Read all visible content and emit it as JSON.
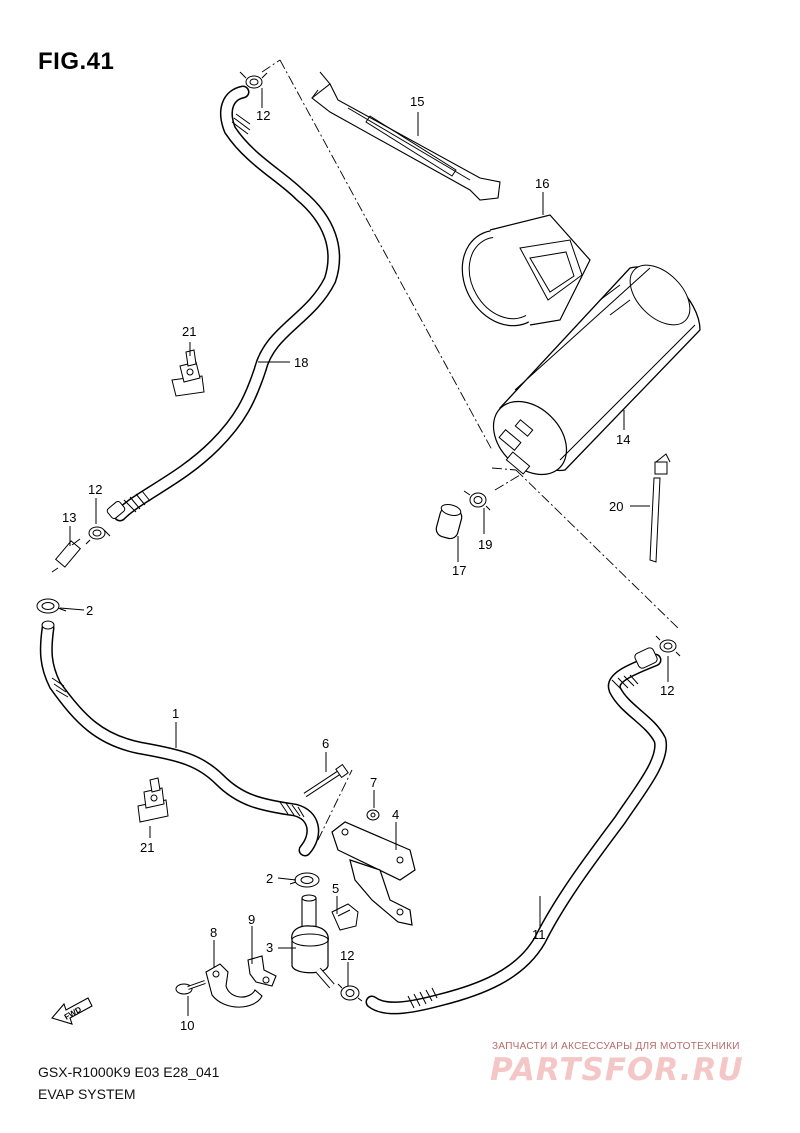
{
  "title": "FIG.41",
  "footer": {
    "model": "GSX-R1000K9 E03 E28_041",
    "system": "EVAP SYSTEM"
  },
  "watermark": {
    "tagline": "ЗАПЧАСТИ И АКСЕССУАРЫ ДЛЯ МОТОТЕХНИКИ",
    "logo": "PARTSFOR.RU"
  },
  "direction": "FWD",
  "callouts": [
    {
      "id": "c12a",
      "text": "12"
    },
    {
      "id": "c15",
      "text": "15"
    },
    {
      "id": "c16",
      "text": "16"
    },
    {
      "id": "c21a",
      "text": "21"
    },
    {
      "id": "c18",
      "text": "18"
    },
    {
      "id": "c14",
      "text": "14"
    },
    {
      "id": "c12b",
      "text": "12"
    },
    {
      "id": "c13",
      "text": "13"
    },
    {
      "id": "c20",
      "text": "20"
    },
    {
      "id": "c19",
      "text": "19"
    },
    {
      "id": "c17",
      "text": "17"
    },
    {
      "id": "c2a",
      "text": "2"
    },
    {
      "id": "c12c",
      "text": "12"
    },
    {
      "id": "c1",
      "text": "1"
    },
    {
      "id": "c6",
      "text": "6"
    },
    {
      "id": "c7",
      "text": "7"
    },
    {
      "id": "c4",
      "text": "4"
    },
    {
      "id": "c21b",
      "text": "21"
    },
    {
      "id": "c2b",
      "text": "2"
    },
    {
      "id": "c5",
      "text": "5"
    },
    {
      "id": "c9",
      "text": "9"
    },
    {
      "id": "c8",
      "text": "8"
    },
    {
      "id": "c3",
      "text": "3"
    },
    {
      "id": "c11",
      "text": "11"
    },
    {
      "id": "c12d",
      "text": "12"
    },
    {
      "id": "c10",
      "text": "10"
    }
  ]
}
